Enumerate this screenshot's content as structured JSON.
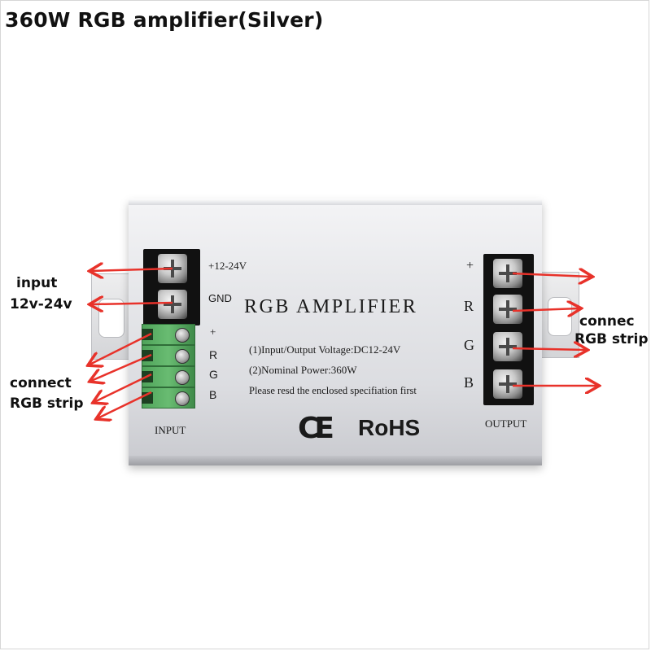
{
  "page": {
    "title": "360W RGB amplifier(Silver)"
  },
  "device": {
    "title": "RGB AMPLIFIER",
    "input_labels": {
      "plus_voltage": "+12-24V",
      "gnd": "GND",
      "plus": "+",
      "r": "R",
      "g": "G",
      "b": "B"
    },
    "output_labels": {
      "plus": "+",
      "r": "R",
      "g": "G",
      "b": "B"
    },
    "specs": {
      "line1": "(1)Input/Output Voltage:DC12-24V",
      "line2": "(2)Nominal Power:360W",
      "line3": "Please resd the enclosed specifiation first"
    },
    "ce_mark": "CE",
    "rohs_mark": "RoHS",
    "input_caption": "INPUT",
    "output_caption": "OUTPUT"
  },
  "callouts": {
    "input_line1": "input",
    "input_line2": "12v-24v",
    "connect_left_line1": "connect",
    "connect_left_line2": "RGB strip",
    "connect_right_line1": "connec",
    "connect_right_line2": "RGB strip"
  },
  "colors": {
    "arrow": "#e8322a",
    "terminal_green": "#5aa964",
    "housing": "#dcdde1"
  }
}
